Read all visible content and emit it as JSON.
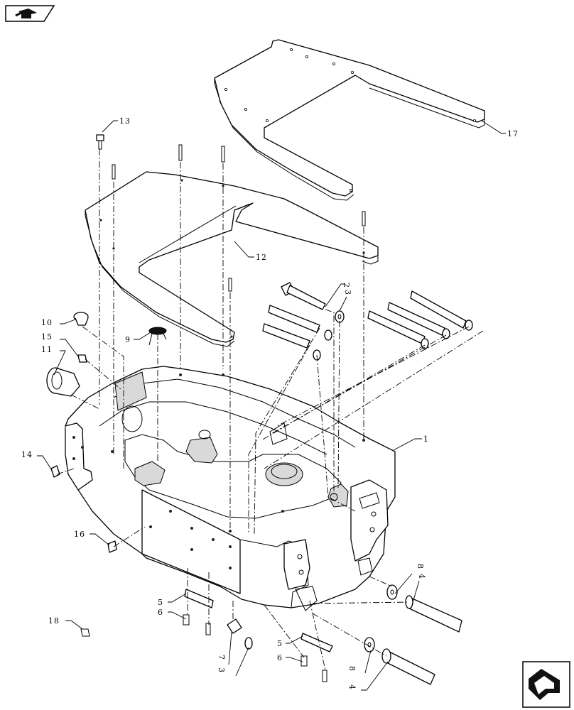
{
  "diagram": {
    "callouts": [
      "1",
      "2",
      "3",
      "4",
      "5",
      "6",
      "7",
      "8",
      "9",
      "10",
      "11",
      "12",
      "13",
      "14",
      "15",
      "16",
      "17",
      "18"
    ],
    "nav": {
      "top_icon": "back-arrow-icon",
      "bottom_icon": "forward-arrow-icon"
    }
  }
}
